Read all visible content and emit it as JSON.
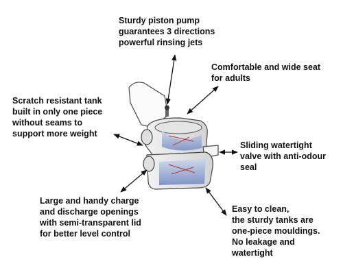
{
  "callouts": {
    "pump": "Sturdy piston pump\nguarantees 3 directions\npowerful rinsing jets",
    "seat": "Comfortable and wide seat\nfor adults",
    "tank": "Scratch resistant tank\nbuilt in only one piece\nwithout seams to\nsupport more weight",
    "valve": "Sliding watertight\nvalve with anti-odour\nseal",
    "charge": "Large and handy charge\nand discharge openings\nwith semi-transparent lid\nfor better level control",
    "clean": "Easy to clean,\nthe sturdy tanks are\none-piece mouldings.\nNo leakage and\nwatertight"
  }
}
